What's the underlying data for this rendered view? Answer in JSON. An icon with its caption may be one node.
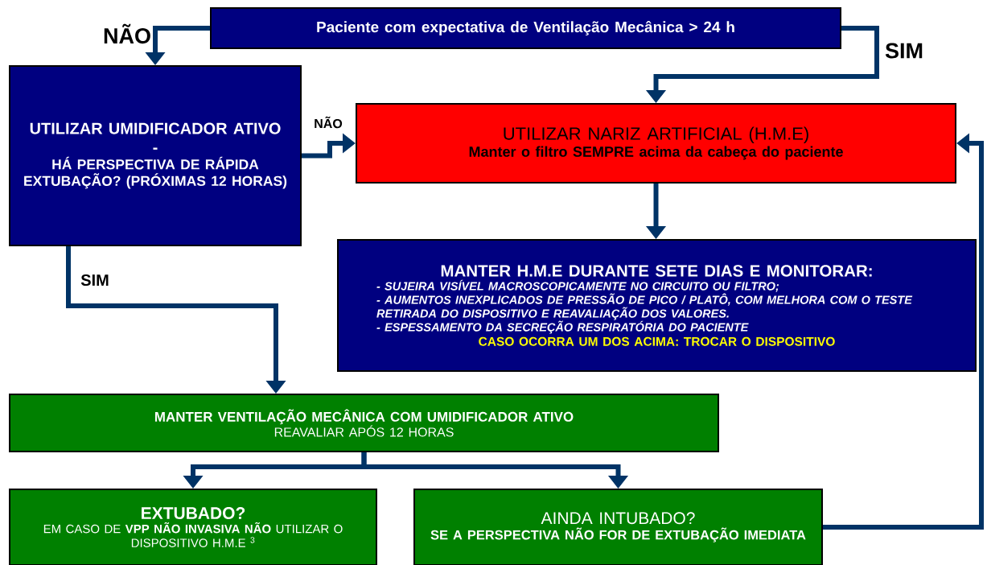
{
  "diagram": {
    "nodes": [
      {
        "text": [
          "Paciente com expectativa de Ventilação Mecânica > 24 h"
        ]
      },
      {
        "text": [
          "UTILIZAR UMIDIFICADOR ATIVO",
          "-",
          "HÁ PERSPECTIVA DE RÁPIDA EXTUBAÇÃO? (PRÓXIMAS 12 HORAS)"
        ]
      },
      {
        "text": [
          "UTILIZAR NARIZ ARTIFICIAL (H.M.E)",
          "Manter o filtro SEMPRE acima da cabeça do paciente"
        ]
      },
      {
        "text": [
          "MANTER  H.M.E DURANTE SETE DIAS E MONITORAR:",
          "- SUJEIRA VISÍVEL MACROSCOPICAMENTE NO CIRCUITO OU FILTRO;",
          "- AUMENTOS INEXPLICADOS DE PRESSÃO DE PICO / PLATÔ, COM MELHORA COM O TESTE RETIRADA DO DISPOSITIVO E REAVALIAÇÃO DOS VALORES.",
          "- ESPESSAMENTO DA SECREÇÃO RESPIRATÓRIA DO PACIENTE",
          "CASO OCORRA UM DOS ACIMA: TROCAR O DISPOSITIVO"
        ]
      },
      {
        "text": [
          "MANTER VENTILAÇÃO MECÂNICA COM UMIDIFICADOR ATIVO",
          "REAVALIAR APÓS 12 HORAS"
        ]
      },
      {
        "text": [
          "EXTUBADO?",
          "EM CASO DE **VPP NÃO INVASIVA** **NÃO** UTILIZAR O DISPOSITIVO H.M.E $^{3}$"
        ]
      },
      {
        "text": [
          "AINDA INTUBADO?",
          "SE A PERSPECTIVA NÃO FOR DE EXTUBAÇÃO IMEDIATA"
        ]
      }
    ],
    "edges": [
      {
        "from": 0,
        "to": 1,
        "arrow": "to",
        "label": "NÃO"
      },
      {
        "from": 0,
        "to": 2,
        "arrow": "to",
        "label": "SIM"
      },
      {
        "from": 1,
        "to": 2,
        "arrow": "to",
        "label": "NÃO"
      },
      {
        "from": 2,
        "to": 3,
        "arrow": "to"
      },
      {
        "from": 1,
        "to": 4,
        "arrow": "to",
        "label": "SIM"
      },
      {
        "from": 4,
        "to": 5,
        "arrow": "to"
      },
      {
        "from": 4,
        "to": 6,
        "arrow": "to"
      },
      {
        "from": 6,
        "to": 2,
        "arrow": "to"
      }
    ]
  }
}
